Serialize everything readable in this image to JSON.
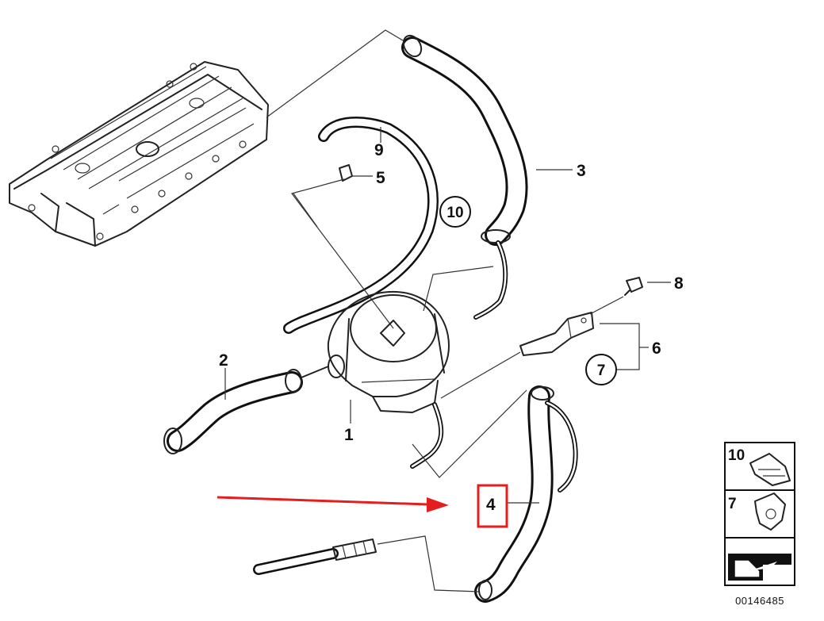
{
  "labels": {
    "p1": "1",
    "p2": "2",
    "p3": "3",
    "p4": "4",
    "p5": "5",
    "p6": "6",
    "p7": "7",
    "p8": "8",
    "p9": "9",
    "p10": "10"
  },
  "legend": {
    "item_10": "10",
    "item_7": "7"
  },
  "reference_number": "00146485",
  "colors": {
    "arrow": "#e41e1e",
    "highlight_box": "#e41e1e",
    "line_art": "#111111"
  }
}
